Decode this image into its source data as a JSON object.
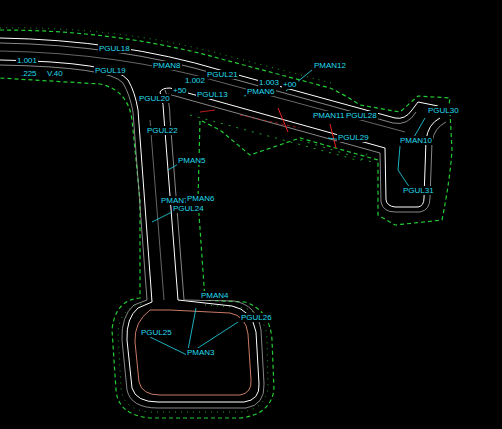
{
  "diagram": {
    "labels": [
      "PGUL18",
      "1.001",
      "PGUL19",
      "PMAN8",
      ".225",
      "V.40",
      "PGUL21",
      "1.002",
      "+50",
      "PGUL20",
      "PGUL13",
      "PMAN6",
      "1.003",
      "+00",
      "PMAN12",
      "PMAN11",
      "PGUL28",
      "PGUL29",
      "PGUL30",
      "PMAN10",
      "PGUL31",
      "PGUL22",
      "PMAN5",
      "PMAN7",
      "PMAN6",
      "PGUL24",
      "PMAN4",
      "PGUL25",
      "PGUL26",
      "PMAN3"
    ]
  }
}
